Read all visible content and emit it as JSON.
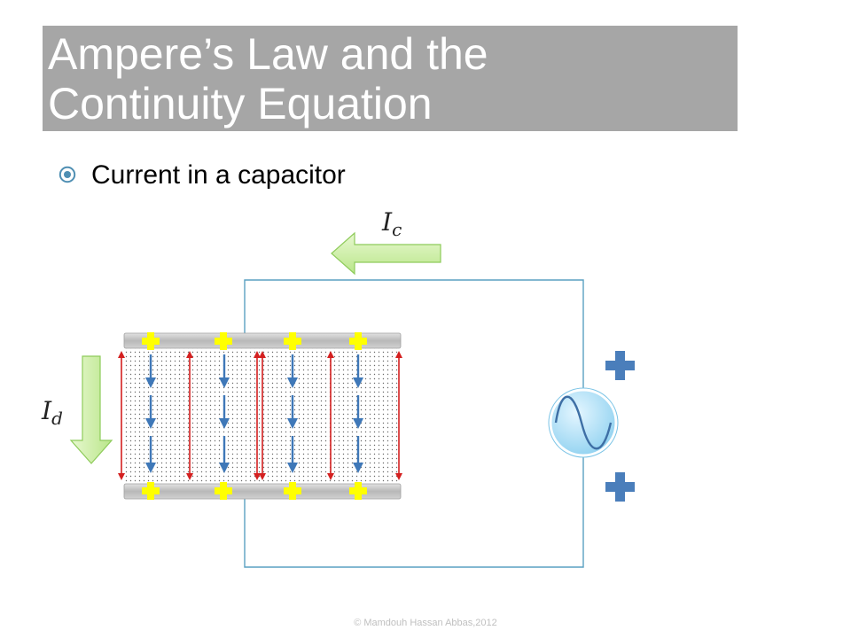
{
  "slide": {
    "title": "Ampere’s Law and the\nContinuity Equation",
    "bullet": "Current in a capacitor",
    "footer": "© Mamdouh Hassan Abbas,2012"
  },
  "diagram": {
    "labels": {
      "ic_symbol": "I",
      "ic_subscript": "c",
      "id_symbol": "I",
      "id_subscript": "d"
    },
    "colors": {
      "wire": "#5aa1c2",
      "plate": "#bcbcbc",
      "plus_on_plate": "#ffff00",
      "source_plus": "#4a7ebb",
      "e_field_arrow": "#d42020",
      "d_current_arrow": "#3f78b8",
      "current_arrow_fill": "#c6ec9a",
      "source_fill": "#a7dcf5"
    },
    "icons": {
      "bullet": "circled-dot-icon",
      "source": "ac-source-icon"
    }
  }
}
